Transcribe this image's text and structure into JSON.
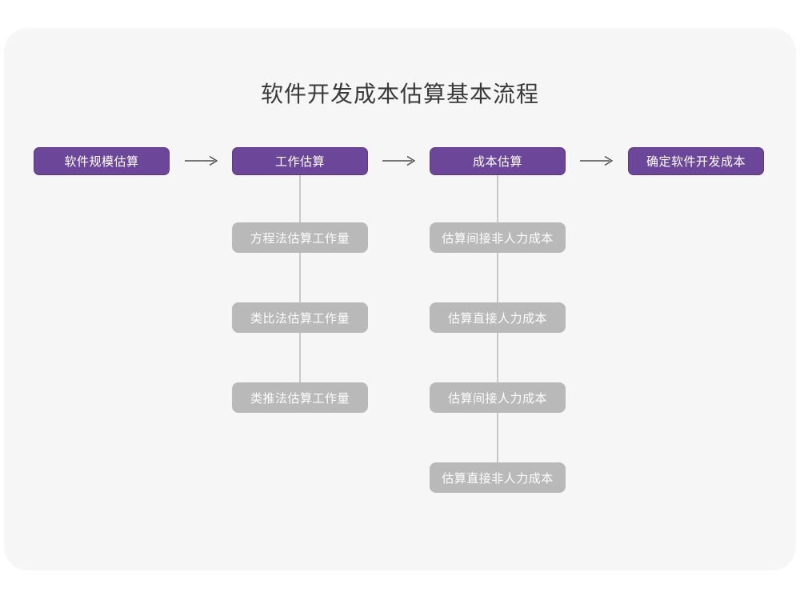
{
  "title": "软件开发成本估算基本流程",
  "stages": [
    {
      "label": "软件规模估算"
    },
    {
      "label": "工作估算"
    },
    {
      "label": "成本估算"
    },
    {
      "label": "确定软件开发成本"
    }
  ],
  "work_estimation_methods": [
    {
      "label": "方程法估算工作量"
    },
    {
      "label": "类比法估算工作量"
    },
    {
      "label": "类推法估算工作量"
    }
  ],
  "cost_estimation_items": [
    {
      "label": "估算间接非人力成本"
    },
    {
      "label": "估算直接人力成本"
    },
    {
      "label": "估算间接人力成本"
    },
    {
      "label": "估算直接非人力成本"
    }
  ],
  "colors": {
    "stage_fill": "#6c4799",
    "stage_border": "#5b3a84",
    "subnode_fill": "#b9b9b9",
    "connector_line": "#c9c9c9",
    "arrow": "#4d4d4d",
    "card_background": "#f6f6f6",
    "title_text": "#3a3a3a"
  }
}
